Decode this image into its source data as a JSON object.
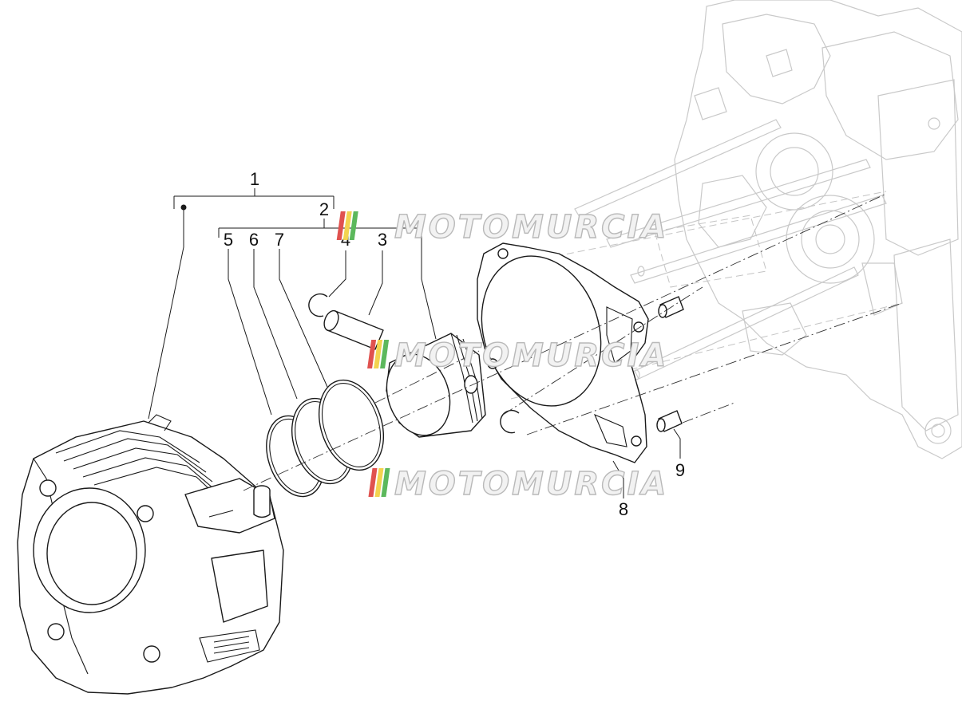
{
  "diagram": {
    "callouts": [
      "1",
      "2",
      "3",
      "4",
      "5",
      "6",
      "7",
      "8",
      "9"
    ],
    "watermark": "MOTOMURCIA",
    "watermark_stripes": [
      "#e0524f",
      "#f3d34f",
      "#5cb85c"
    ],
    "line_color": "#1a1a1a",
    "ghost_color": "#c9c9c9"
  }
}
